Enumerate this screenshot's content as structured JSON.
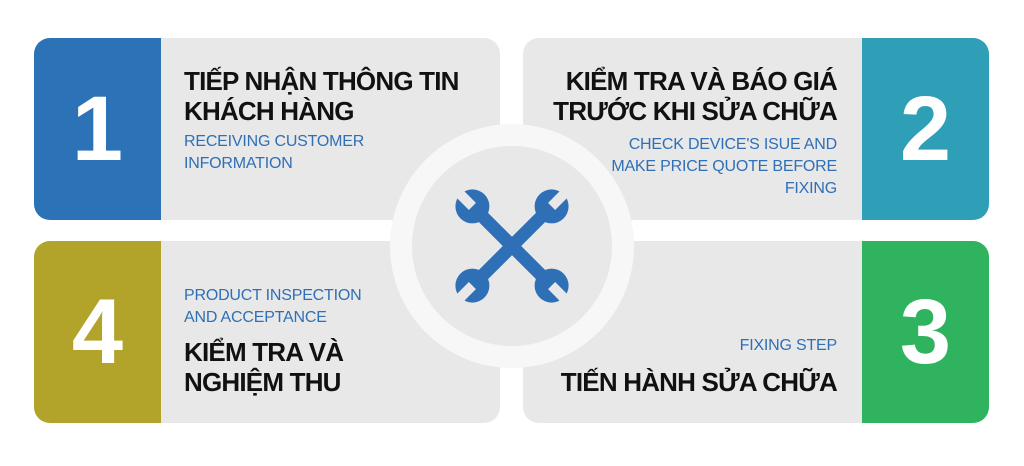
{
  "colors": {
    "card_bg": "#e8e8e8",
    "step1": "#2b73b6",
    "step2": "#2e9fb6",
    "step3": "#2fb35f",
    "step4": "#b2a42b",
    "subtitle": "#2f6fb6",
    "icon": "#2f6fb6"
  },
  "hub": {
    "icon": "wrench-cross-icon"
  },
  "steps": [
    {
      "number": "1",
      "title": "TIẾP NHẬN THÔNG TIN\nKHÁCH HÀNG",
      "subtitle": "RECEIVING CUSTOMER\nINFORMATION"
    },
    {
      "number": "2",
      "title": "KIỂM TRA VÀ BÁO GIÁ\nTRƯỚC KHI SỬA CHỮA",
      "subtitle": "CHECK DEVICE'S ISUE AND\nMAKE PRICE QUOTE BEFORE\nFIXING"
    },
    {
      "number": "3",
      "title": "TIẾN HÀNH SỬA CHỮA",
      "subtitle": "FIXING STEP"
    },
    {
      "number": "4",
      "title": "KIỂM TRA VÀ\nNGHIỆM THU",
      "subtitle": "PRODUCT INSPECTION\nAND ACCEPTANCE"
    }
  ]
}
